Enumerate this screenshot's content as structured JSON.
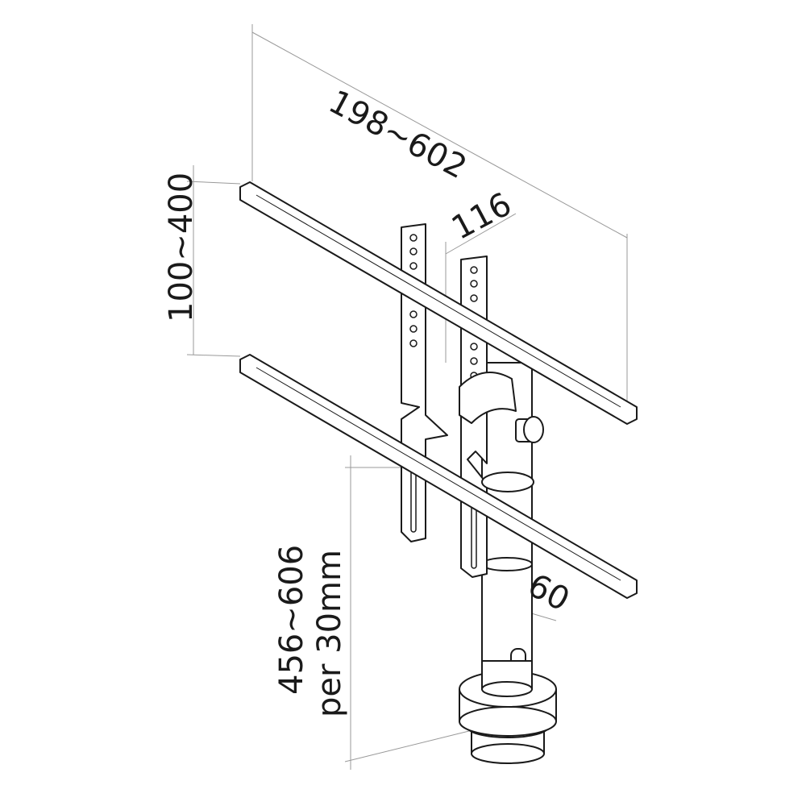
{
  "dimensions": {
    "rail_width": "198~602",
    "plate_spacing": "116",
    "rail_spacing": "100~400",
    "height": "456~606",
    "height_step": "per 30mm",
    "column_offset": "60"
  }
}
